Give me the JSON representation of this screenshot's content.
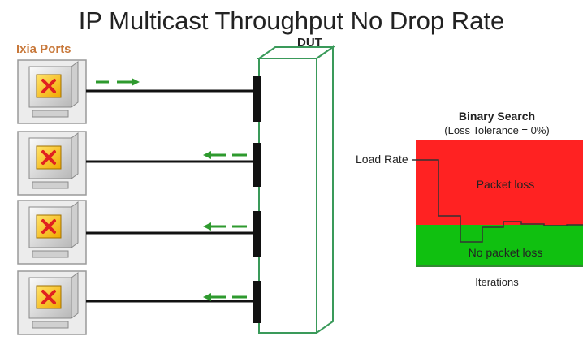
{
  "title": "IP Multicast Throughput No Drop Rate",
  "ports_label": "Ixia Ports",
  "dut_label": "DUT",
  "ports": [
    {
      "icon": "computer-icon",
      "direction": "out"
    },
    {
      "icon": "computer-icon",
      "direction": "in"
    },
    {
      "icon": "computer-icon",
      "direction": "in"
    },
    {
      "icon": "computer-icon",
      "direction": "in"
    }
  ],
  "binary_search": {
    "title": "Binary Search",
    "subtitle": "(Loss Tolerance = 0%)",
    "load_rate_label": "Load Rate",
    "packet_loss_label": "Packet  loss",
    "no_packet_loss_label": "No packet  loss",
    "iterations_label": "Iterations"
  },
  "colors": {
    "arrow": "#2e9a2e",
    "dut_outline": "#3a9a5a",
    "loss_region": "#ff2222",
    "no_loss_region": "#10c010",
    "port_label": "#c8783a",
    "monitor_screen": "#f5b800",
    "monitor_x": "#e02020"
  }
}
